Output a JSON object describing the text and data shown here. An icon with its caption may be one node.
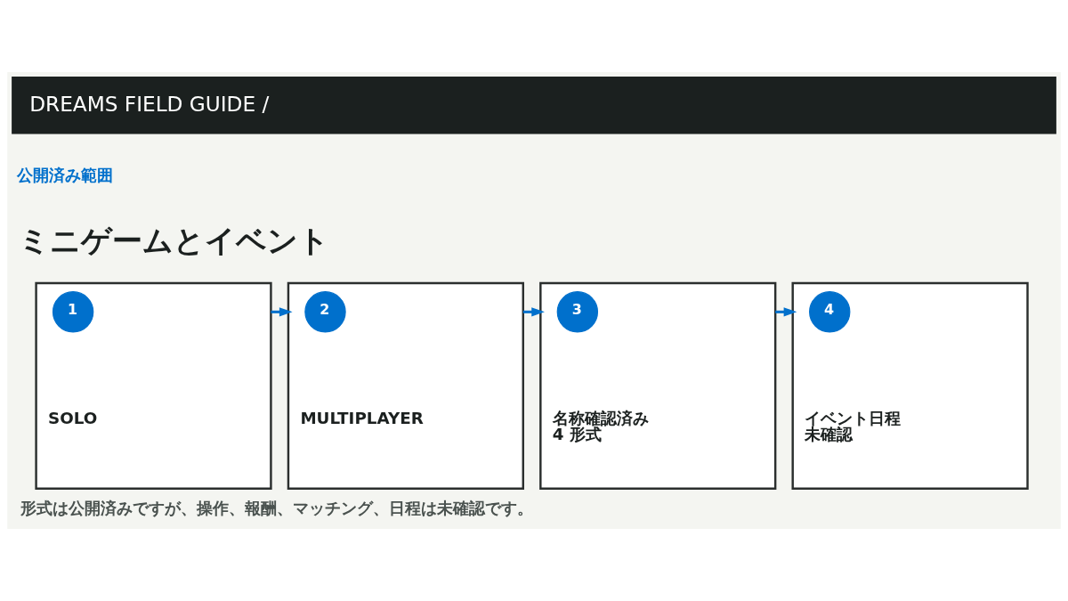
{
  "diagram": {
    "title": "ミニゲームとイベント",
    "caption": "形式は公開済みですが、操作、報酬、マッチング、日程は未確認です。",
    "nodes": [
      {
        "text": [
          "SOLO"
        ]
      },
      {
        "text": [
          "1"
        ],
        "in": 0
      },
      {
        "text": [
          "MULTIPLAYER"
        ]
      },
      {
        "text": [
          "2"
        ],
        "in": 2
      },
      {
        "text": [
          "名称確認済み4 形式"
        ]
      },
      {
        "text": [
          "3"
        ],
        "in": 4
      },
      {
        "text": [
          "イベント日程未確認"
        ]
      },
      {
        "text": [
          "4"
        ],
        "in": 6
      }
    ],
    "edges": [
      {
        "from": 0,
        "to": 2,
        "arrow": "to"
      },
      {
        "from": 2,
        "to": 4,
        "arrow": "to"
      },
      {
        "from": 4,
        "to": 6,
        "arrow": "to"
      }
    ],
    "labels": [
      "DREAMS FIELD GUIDE /",
      "公開済み範囲"
    ]
  }
}
